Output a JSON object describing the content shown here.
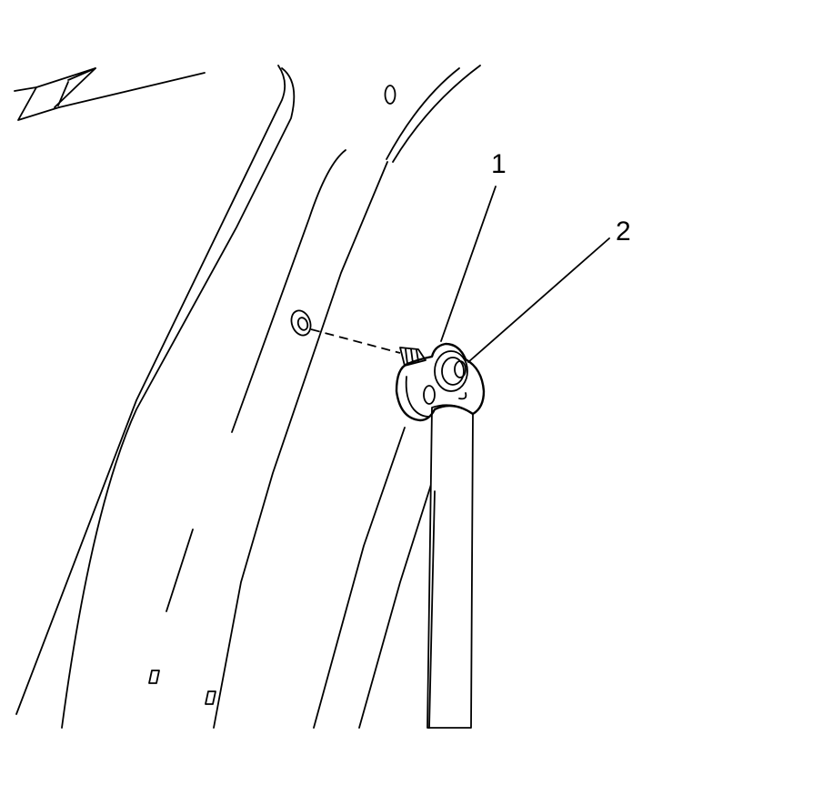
{
  "callouts": [
    {
      "id": "1",
      "label": "1"
    },
    {
      "id": "2",
      "label": "2"
    }
  ],
  "colors": {
    "stroke": "#000000",
    "background": "#ffffff"
  }
}
